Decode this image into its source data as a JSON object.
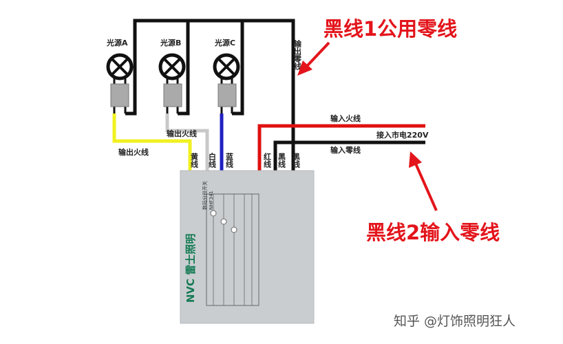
{
  "callouts": {
    "common_neutral": "黑线1公用零线",
    "input_neutral": "黑线2输入零线"
  },
  "lamps": [
    {
      "label": "光源A"
    },
    {
      "label": "光源B"
    },
    {
      "label": "光源C"
    }
  ],
  "wire_labels": {
    "output_neutral": "输出零线",
    "output_live_a": "输出火线",
    "output_live_b": "输出火线",
    "input_live": "输入火线",
    "mains": "接入市电220V",
    "input_neutral": "输入零线",
    "yellow": "黄线",
    "white": "白线",
    "blue": "蓝线",
    "red": "红线",
    "black1": "黑线",
    "black2": "黑线"
  },
  "device": {
    "brand": "NVC 雷士照明",
    "name": "数码分段开关",
    "model": "NHF341"
  },
  "watermark": "知乎 @灯饰照明狂人",
  "colors": {
    "callout": "#e3141b",
    "yellow_wire": "#f0f020",
    "white_wire": "#c8c8c8",
    "blue_wire": "#2020c0",
    "red_wire": "#e01010",
    "black_wire": "#111111",
    "device_body": "#c9cdd0"
  }
}
